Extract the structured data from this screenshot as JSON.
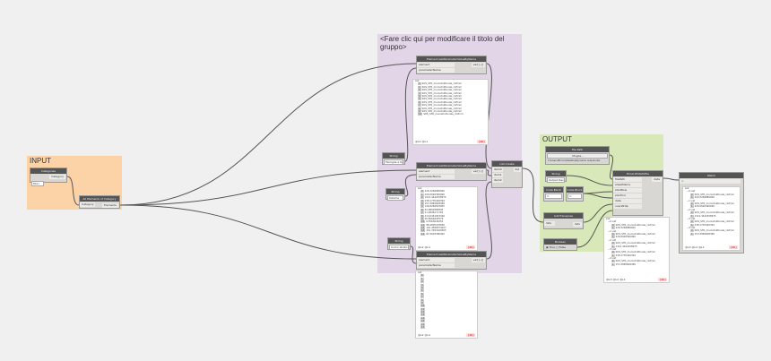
{
  "groups": {
    "input": {
      "title": "INPUT",
      "color": "#fcd3a7"
    },
    "middle": {
      "title": "<Fare clic qui per modificare il titolo del gruppo>",
      "color": "#e3d5e8"
    },
    "output": {
      "title": "OUTPUT",
      "color": "#d9e8b8"
    }
  },
  "nodes": {
    "categories": {
      "title": "Categories",
      "value": "Muri",
      "out": "Category"
    },
    "all_elements": {
      "title": "All Elements of Category",
      "in": "Category",
      "out": "Elements"
    },
    "getparam": {
      "title": "Element.GetParameterValueByName",
      "in1": "element",
      "in2": "parameterName",
      "out": "var[]..[]"
    },
    "string1": {
      "title": "String",
      "value": "Famiglia e tipo"
    },
    "string2": {
      "title": "String",
      "value": "Volume"
    },
    "string3": {
      "title": "String",
      "value": "Como strato"
    },
    "list_create": {
      "title": "List.Create",
      "in": [
        "item0",
        "item1",
        "item2"
      ],
      "out": "list"
    },
    "file_path": {
      "title": "File Path",
      "button": "Sfoglia...",
      "path": "C:\\Users\\Enrico\\Desktop\\Dynamo output.xlsx"
    },
    "string_out": {
      "title": "String",
      "value": "Output Revit"
    },
    "code_block1": {
      "title": "Code Block",
      "value": "0;"
    },
    "code_block2": {
      "title": "Code Block",
      "value": "0;"
    },
    "transpose": {
      "title": "List.Transpose",
      "in": "lists",
      "out": "lists"
    },
    "boolean": {
      "title": "Boolean",
      "true": "True",
      "false": "False"
    },
    "excel": {
      "title": "Excel.WriteToFile",
      "inputs": [
        "filePath",
        "sheetName",
        "startRow",
        "startCol",
        "data",
        "overWrite"
      ],
      "out": "data"
    },
    "watch": {
      "title": "Watch"
    }
  },
  "previews": {
    "p1": {
      "head": "List",
      "items": [
        "SOS_STR_murostrutturale_clsfrnm",
        "SOS_STR_murostrutturale_clsfrnm",
        "SOS_STR_murostrutturale_clsfrnm",
        "SOS_STR_murostrutturale_clsfrnm",
        "SOS_STR_murostrutturale_clsfrnm",
        "SOS_STR_murostrutturale_clsfrnm",
        "SOS_STR_murostrutturale_clsfrnm",
        "SOS_STR_murostrutturale_clsfrnm",
        "SOS_STR_murostrutturale_clsfrnm",
        "SOS_STR_murostrutturale_clsfrnm",
        "SOS_STR_murostrutturale_clsfrnm"
      ],
      "foot": "@L2 @L1",
      "count": "{46}"
    },
    "p2": {
      "head": "List",
      "items": [
        "226.3269080000",
        "226.0626390090",
        "1321.4442458975",
        "238.1735440394",
        "153.3865608389",
        "126.8269503955",
        "52.0850385845",
        "21.9946171763",
        "214.0451053346",
        "40.8566443579",
        "6.5563646352",
        "88.4805470656",
        "161.4598574207",
        "151.3393169365",
        "61.5603380492"
      ],
      "foot": "@L2 @L1",
      "count": "{46}"
    },
    "p3": {
      "head": "List",
      "items": [
        "",
        "",
        "",
        "",
        "",
        "",
        "",
        "",
        "",
        "",
        "",
        "",
        "",
        "",
        "",
        "",
        "",
        ""
      ],
      "foot": "@L2 @L1",
      "count": "{46}"
    },
    "p4": {
      "head": "List",
      "groups": [
        [
          "SOS_STR_murostrutturale_clsfrnm",
          "226.3269080000"
        ],
        [
          "SOS_STR_murostrutturale_clsfrnm",
          "226.0626390090"
        ],
        [
          "SOS_STR_murostrutturale_clsfrnm",
          "1321.4442458975"
        ],
        [
          "SOS_STR_murostrutturale_clsfrnm",
          "238.1735440394"
        ],
        [
          "SOS_STR_murostrutturale_clsfrnm",
          "153.3865608389"
        ]
      ],
      "foot": "@L3 @L2 @L1",
      "count": "{46}"
    },
    "watch": {
      "head": "List",
      "groups": [
        [
          "SOS_STR_murostrutturale_clsfrnm",
          "226.3269080000"
        ],
        [
          "SOS_STR_murostrutturale_clsfrnm",
          "226.0626390090"
        ],
        [
          "SOS_STR_murostrutturale_clsfrnm",
          "1321.4442458975"
        ],
        [
          "SOS_STR_murostrutturale_clsfrnm",
          "238.1735440394"
        ],
        [
          "SOS_STR_murostrutturale_clsfrnm",
          "153.3865608389"
        ]
      ],
      "foot": "@L3 @L2 @L1",
      "count": "{46}"
    }
  }
}
